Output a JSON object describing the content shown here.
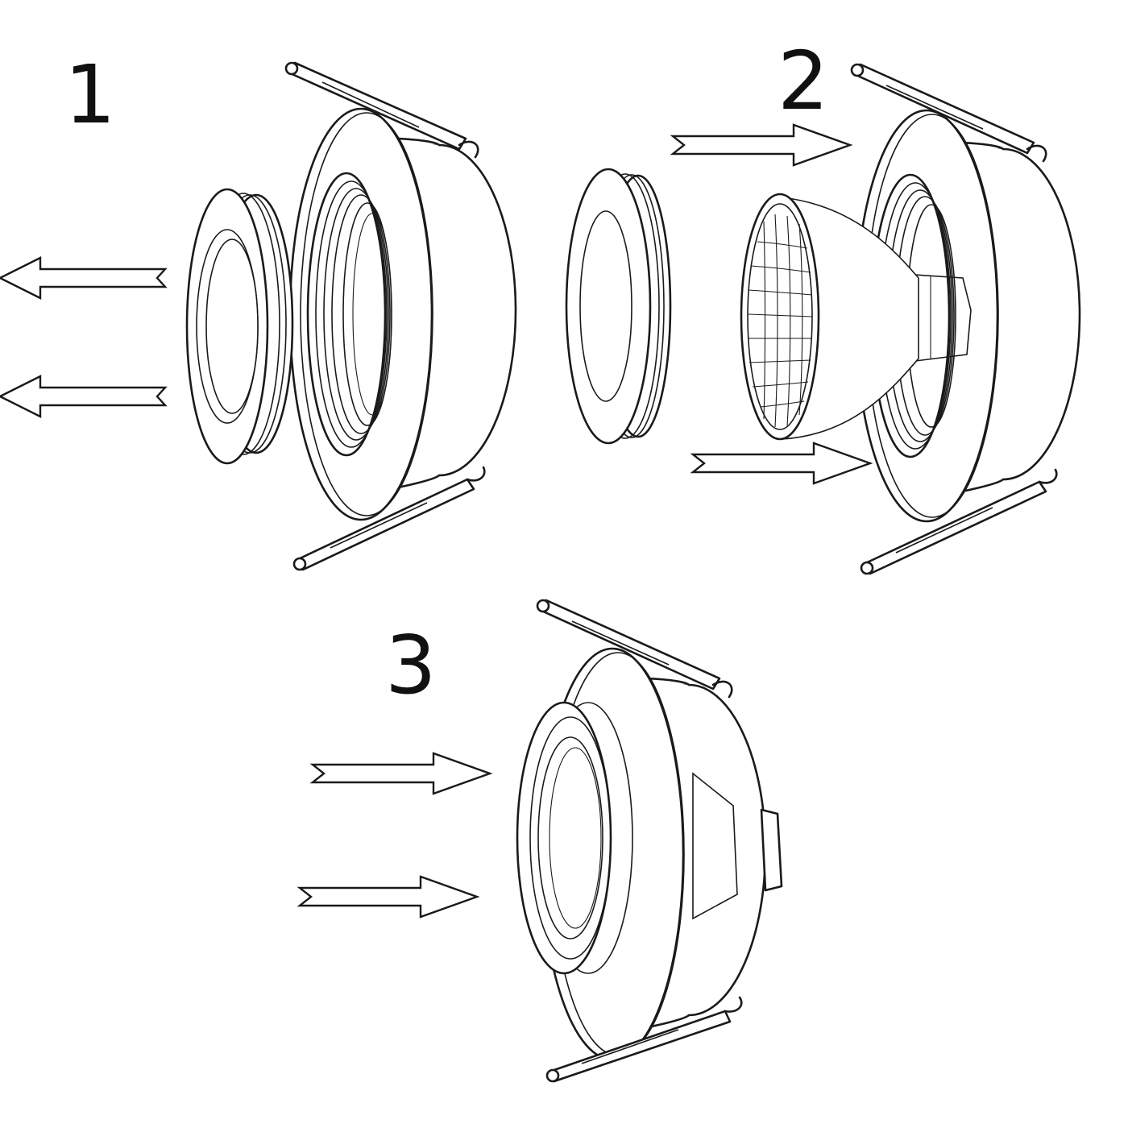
{
  "steps": [
    {
      "number": "1"
    },
    {
      "number": "2"
    },
    {
      "number": "3"
    }
  ],
  "colors": {
    "line": "#1a1a1a",
    "background": "#ffffff"
  },
  "icons": {
    "arrow": "outline-arrow-icon",
    "spring_clip": "spring-clip-icon"
  }
}
